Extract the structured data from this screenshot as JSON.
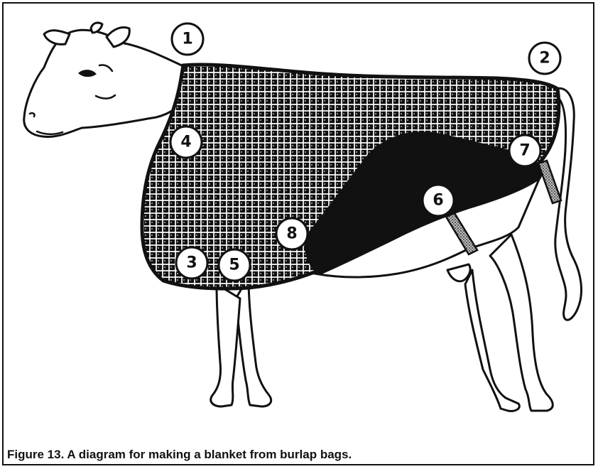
{
  "figure": {
    "caption": "Figure 13. A diagram for making a blanket from burlap bags."
  },
  "markers": [
    {
      "id": "1",
      "label": "1"
    },
    {
      "id": "2",
      "label": "2"
    },
    {
      "id": "3",
      "label": "3"
    },
    {
      "id": "4",
      "label": "4"
    },
    {
      "id": "5",
      "label": "5"
    },
    {
      "id": "6",
      "label": "6"
    },
    {
      "id": "7",
      "label": "7"
    },
    {
      "id": "8",
      "label": "8"
    }
  ],
  "colors": {
    "ink": "#111111",
    "paper": "#ffffff"
  }
}
